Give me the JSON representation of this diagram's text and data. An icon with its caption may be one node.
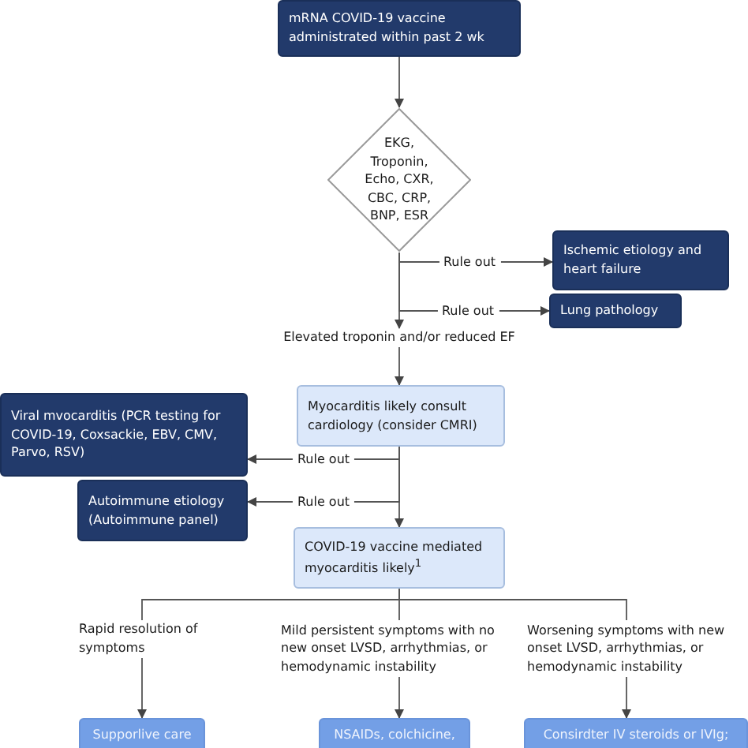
{
  "diagram": {
    "nodes": [
      {
        "text": [
          "mRNA COVID-19 vaccine administrated within past 2 wk"
        ]
      },
      {
        "text": [
          "EKG, Troponin, Echo, CXR, CBC, CRP, BNP, ESR"
        ]
      },
      {
        "text": [
          "Ischemic etiology and heart failure"
        ]
      },
      {
        "text": [
          "Lung pathology"
        ]
      },
      {
        "text": [
          "Elevated troponin and/or reduced EF"
        ]
      },
      {
        "text": [
          "Myocarditis likely consult cardiology (consider CMRI)"
        ]
      },
      {
        "text": [
          "Viral mvocarditis (PCR testing for COVID-19, Coxsackie, EBV, CMV, Parvo, RSV)"
        ]
      },
      {
        "text": [
          "Autoimmune etiology (Autoimmune panel)"
        ]
      },
      {
        "text": [
          "COVID-19 vaccine mediated myocarditis likely$^{1}$"
        ]
      },
      {
        "text": [
          "Rapid resolution of symptoms"
        ]
      },
      {
        "text": [
          "Mild persistent symptoms with no new onset LVSD, arrhythmias, or hemodynamic instability"
        ]
      },
      {
        "text": [
          "Worsening symptoms with new onset LVSD, arrhythmias, or hemodynamic instability"
        ]
      },
      {
        "text": [
          "Supporlive care"
        ]
      },
      {
        "text": [
          "NSAIDs, colchicine,"
        ]
      },
      {
        "text": [
          "Consirdter IV steroids or IVIg;"
        ]
      }
    ],
    "edges": [
      {
        "from": 0,
        "to": 1,
        "arrow": "to"
      },
      {
        "from": 1,
        "to": 2,
        "arrow": "to",
        "label": "Rule out"
      },
      {
        "from": 1,
        "to": 3,
        "arrow": "to",
        "label": "Rule out"
      },
      {
        "from": 1,
        "to": 4,
        "arrow": "to"
      },
      {
        "from": 4,
        "to": 5,
        "arrow": "to"
      },
      {
        "from": 5,
        "to": 6,
        "arrow": "to",
        "label": "Rule out"
      },
      {
        "from": 5,
        "to": 7,
        "arrow": "to",
        "label": "Rule out"
      },
      {
        "from": 5,
        "to": 8,
        "arrow": "to"
      },
      {
        "from": 8,
        "to": 9,
        "arrow": "none"
      },
      {
        "from": 8,
        "to": 10,
        "arrow": "none"
      },
      {
        "from": 8,
        "to": 11,
        "arrow": "none"
      },
      {
        "from": 9,
        "to": 12,
        "arrow": "to"
      },
      {
        "from": 10,
        "to": 13,
        "arrow": "to"
      },
      {
        "from": 11,
        "to": 14,
        "arrow": "to"
      }
    ]
  }
}
